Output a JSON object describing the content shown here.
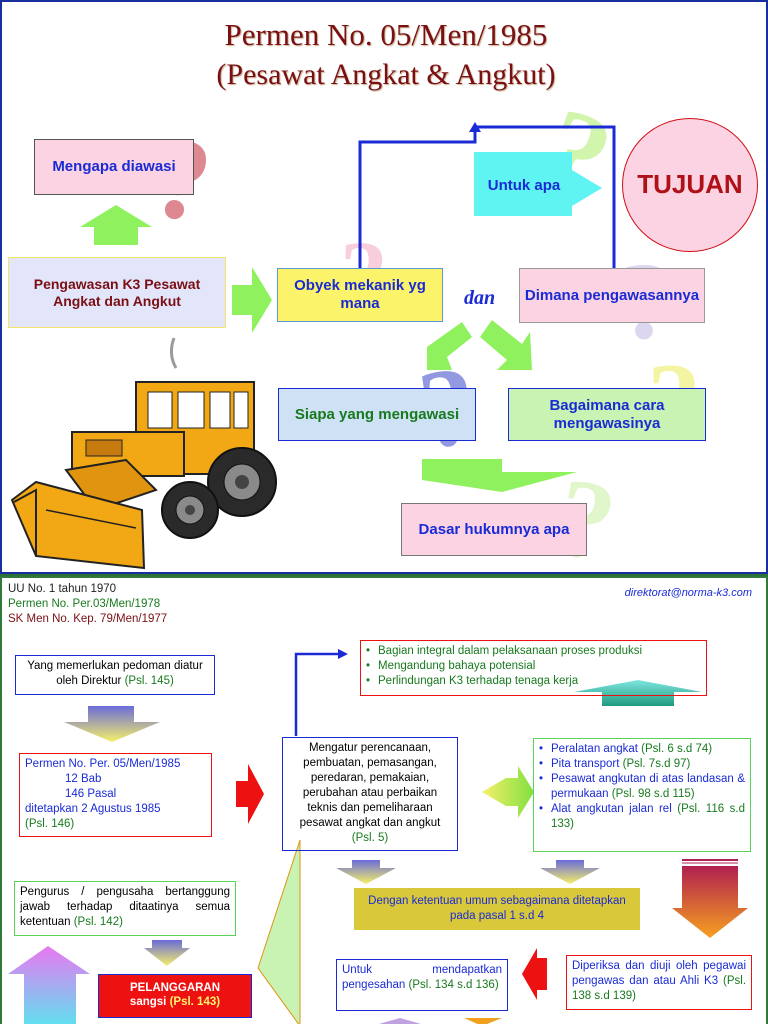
{
  "slide1": {
    "title_line1": "Permen No. 05/Men/1985",
    "title_line2": "(Pesawat Angkat & Angkut)",
    "mengapa": "Mengapa diawasi",
    "pengawasan": "Pengawasan K3 Pesawat Angkat dan Angkut",
    "obyek": "Obyek mekanik yg mana",
    "dan": "dan",
    "dimana": "Dimana pengawasannya",
    "untuk_apa": "Untuk apa",
    "tujuan": "TUJUAN",
    "siapa": "Siapa yang mengawasi",
    "bagaimana": "Bagaimana cara mengawasinya",
    "dasar": "Dasar hukumnya apa",
    "question_mark": "?"
  },
  "slide2": {
    "header_lines": [
      "UU No.  1 tahun 1970",
      "Permen No. Per.03/Men/1978",
      "SK Men No. Kep. 79/Men/1977"
    ],
    "email": "direktorat@norma-k3.com",
    "pedoman_text": "Yang memerlukan pedoman diatur oleh Direktur",
    "pedoman_ref": "(Psl. 145)",
    "permen_line1": "Permen No. Per. 05/Men/1985",
    "permen_line2": "12 Bab",
    "permen_line3": "146 Pasal",
    "permen_line4": "ditetapkan 2 Agustus 1985",
    "permen_ref": "(Psl. 146)",
    "mengatur_text": "Mengatur perencanaan, pembuatan, pemasangan, peredaran, pemakaian, perubahan atau perbaikan teknis dan pemeliharaan pesawat angkat dan angkut",
    "mengatur_ref": "(Psl. 5)",
    "bullets_top": [
      "Bagian integral dalam pelaksanaan proses produksi",
      "Mengandung bahaya potensial",
      "Perlindungan K3 terhadap tenaga kerja"
    ],
    "equipment": [
      {
        "text": "Peralatan angkat",
        "ref": "(Psl. 6 s.d 74)"
      },
      {
        "text": "Pita transport",
        "ref": "(Psl. 7s.d 97)"
      },
      {
        "text": "Pesawat angkutan di atas landasan & permukaan",
        "ref": "(Psl. 98 s.d 115)"
      },
      {
        "text": "Alat angkutan jalan rel",
        "ref": "(Psl. 116 s.d 133)"
      }
    ],
    "ketentuan_text": "Dengan ketentuan umum sebagaimana ditetapkan pada pasal 1 s.d 4",
    "pengurus_text": "Pengurus / pengusaha bertanggung jawab terhadap ditaatinya semua ketentuan",
    "pengurus_ref": "(Psl. 142)",
    "pelanggaran_title": "PELANGGARAN",
    "sangsi_text": "sangsi",
    "sangsi_ref": "(Psl. 143)",
    "pengesahan_text": "Untuk mendapatkan pengesahan",
    "pengesahan_ref": "(Psl. 134 s.d 136)",
    "diperiksa_text": "Diperiksa dan diuji oleh pegawai pengawas dan atau Ahli K3",
    "diperiksa_ref": "(Psl. 138 s.d 139)"
  },
  "colors": {
    "title_red": "#7a0f14",
    "border_blue": "#1a2f9e",
    "pink_box": "#fbd3e2",
    "cyan_box": "#5ff3f1",
    "yellow_box": "#fbf36a",
    "lavender_box": "#e3e6fb",
    "light_blue_box": "#cfe1f5",
    "light_green_box": "#c8f3b2",
    "green_arrow": "#90f15f",
    "ref_green": "#187a1e"
  }
}
